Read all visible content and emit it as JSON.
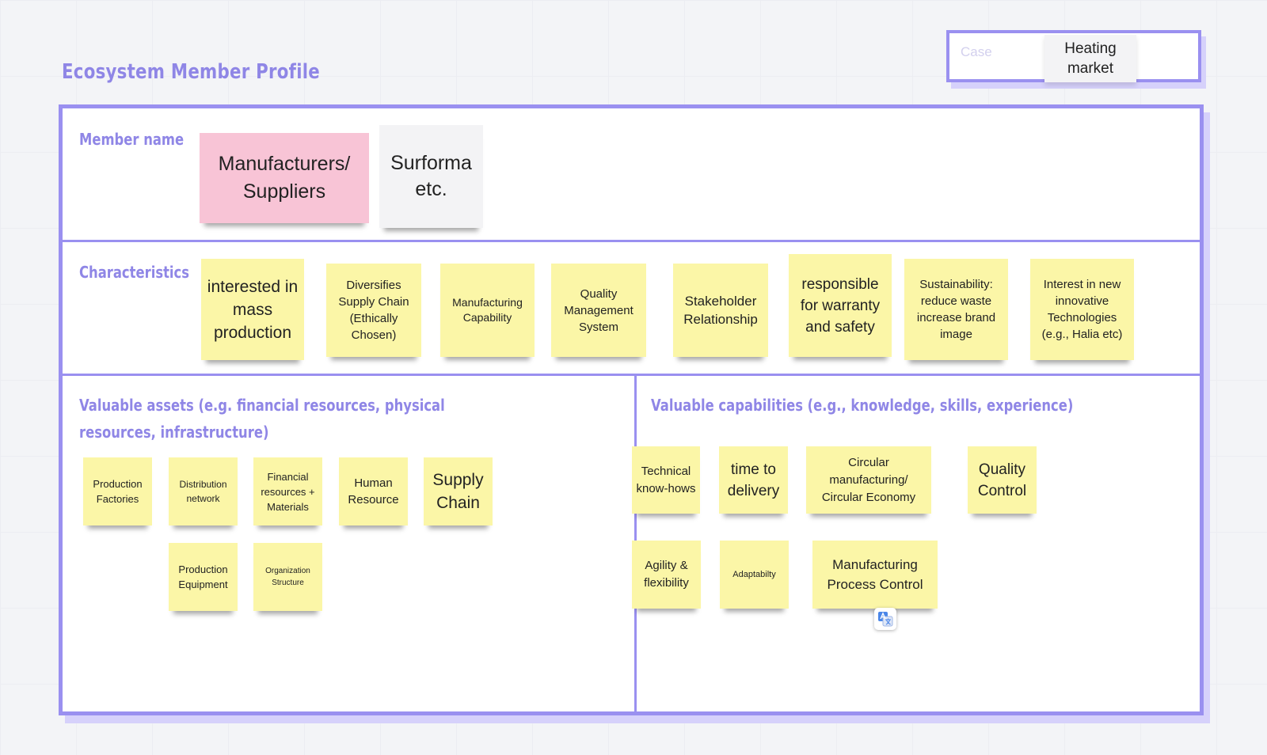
{
  "title": "Ecosystem Member Profile",
  "case": {
    "label": "Case",
    "value": "Heating market"
  },
  "sections": {
    "member_name": "Member name",
    "characteristics": "Characteristics",
    "assets": "Valuable assets (e.g. financial resources, physical resources, infrastructure)",
    "capabilities": "Valuable capabilities (e.g., knowledge, skills, experience)"
  },
  "members": [
    "Manufacturers/ Suppliers",
    "Surforma etc."
  ],
  "characteristics": [
    "interested in mass production",
    "Diversifies Supply Chain (Ethically Chosen)",
    "Manufacturing Capability",
    "Quality Management System",
    "Stakeholder Relationship",
    "responsible for warranty and safety",
    "Sustainability: reduce waste increase brand image",
    "Interest in new innovative Technologies (e.g., Halia etc)"
  ],
  "assets": [
    "Production Factories",
    "Distribution network",
    "Financial resources + Materials",
    "Human Resource",
    "Supply Chain",
    "Production Equipment",
    "Organization Structure"
  ],
  "capabilities": [
    "Technical know-hows",
    "time to delivery",
    "Circular manufacturing/ Circular Economy",
    "Quality Control",
    "Agility & flexibility",
    "Adaptabilty",
    "Manufacturing Process Control"
  ],
  "icons": {
    "translate": "google-translate-icon"
  },
  "colors": {
    "accent": "#9a90f0",
    "sticky_yellow": "#fbf6a7",
    "sticky_pink": "#f8c4d6",
    "sticky_grey": "#f3f3f5"
  }
}
